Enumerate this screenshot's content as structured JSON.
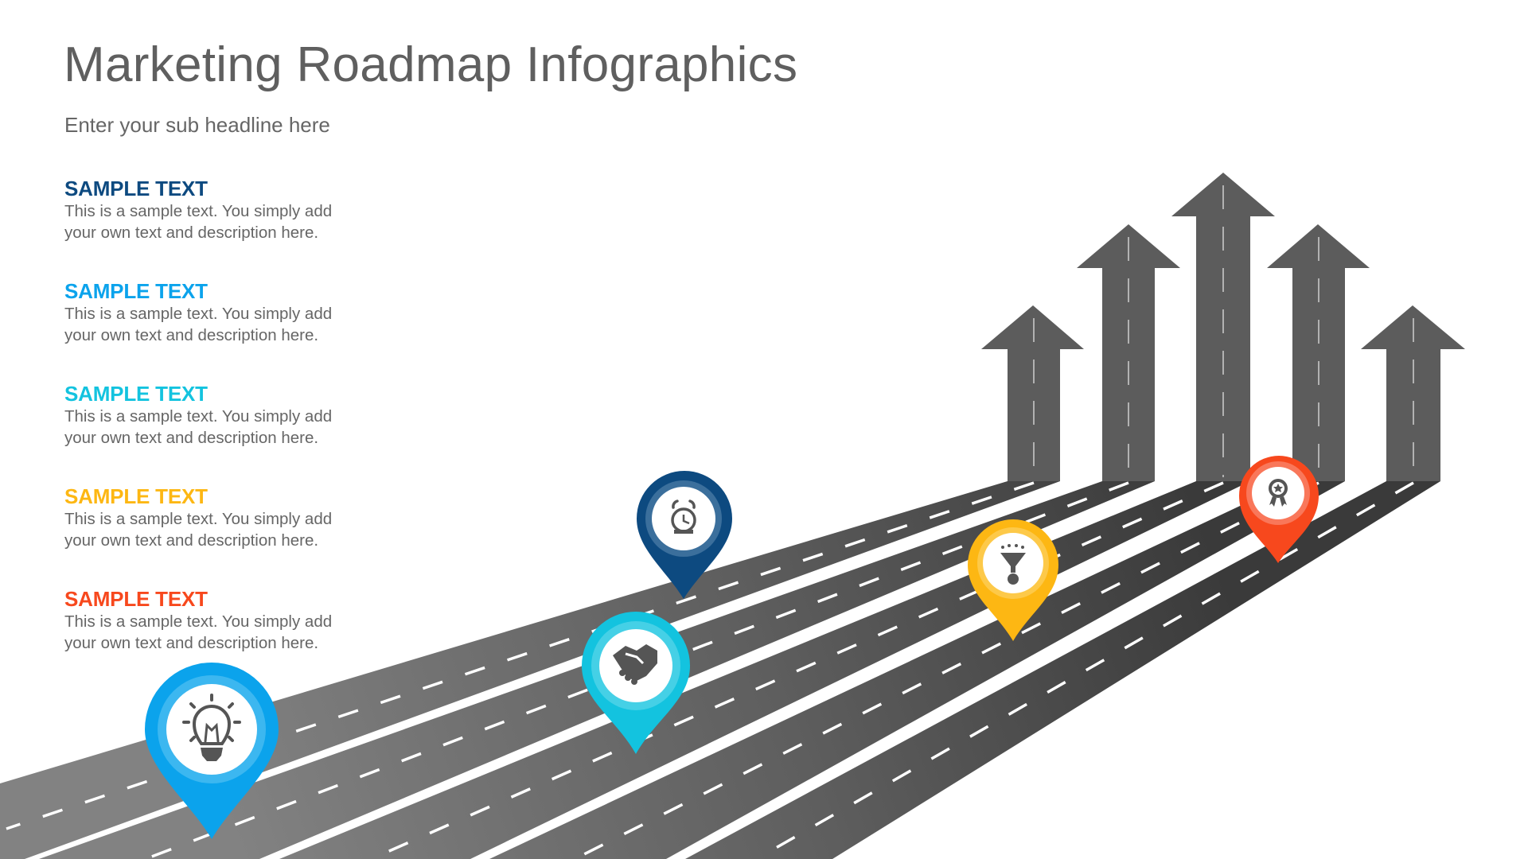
{
  "header": {
    "title": "Marketing Roadmap Infographics",
    "subtitle": "Enter your sub headline here"
  },
  "items": [
    {
      "heading": "SAMPLE TEXT",
      "line1": "This is a sample text. You simply add",
      "line2": "your own text and description here.",
      "color": "#0d4a80"
    },
    {
      "heading": "SAMPLE TEXT",
      "line1": "This is a sample text. You simply add",
      "line2": "your own text and description here.",
      "color": "#0ba3ec"
    },
    {
      "heading": "SAMPLE TEXT",
      "line1": "This is a sample text. You simply add",
      "line2": "your own text and description here.",
      "color": "#13c3df"
    },
    {
      "heading": "SAMPLE TEXT",
      "line1": "This is a sample text. You simply add",
      "line2": "your own text and description here.",
      "color": "#fdb713"
    },
    {
      "heading": "SAMPLE TEXT",
      "line1": "This is a sample text. You simply add",
      "line2": "your own text and description here.",
      "color": "#f7481d"
    }
  ],
  "roadmap": {
    "arrow_color": "#5c5c5c",
    "road_dark": "#3c3c3c",
    "road_light": "#808080",
    "pins": [
      {
        "icon": "lightbulb-icon",
        "color": "#0ba3ec",
        "road": 2
      },
      {
        "icon": "alarm-clock-icon",
        "color": "#0d4a80",
        "road": 1
      },
      {
        "icon": "handshake-icon",
        "color": "#13c3df",
        "road": 3
      },
      {
        "icon": "funnel-dollar-icon",
        "color": "#fdb713",
        "road": 4
      },
      {
        "icon": "award-badge-icon",
        "color": "#f7481d",
        "road": 5
      }
    ]
  }
}
